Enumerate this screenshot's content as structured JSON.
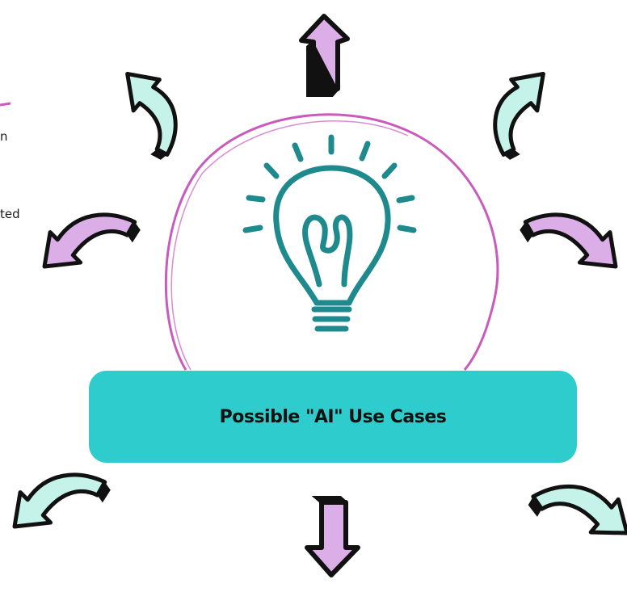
{
  "center_label": "Possible \"AI\" Use Cases",
  "edge_fragments": [
    {
      "text": "n"
    },
    {
      "text": "ted"
    }
  ],
  "colors": {
    "banner": "#2ecccc",
    "circle": "#c95bbd",
    "bulb": "#1f8a8e",
    "arrow_purple": "#dcaee8",
    "arrow_mint": "#c5f3e9",
    "outline": "#111111",
    "accent_line": "#c95bbd"
  },
  "icons": [
    "lightbulb-icon",
    "arrow-icon"
  ]
}
